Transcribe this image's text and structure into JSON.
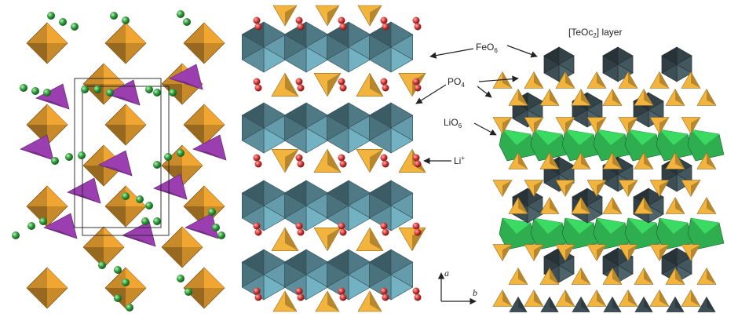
{
  "labels": {
    "feo6": {
      "main": "FeO",
      "sub": "6"
    },
    "po4": {
      "main": "PO",
      "sub": "4"
    },
    "lio6": {
      "main": "LiO",
      "sub": "6"
    },
    "li": {
      "main": "Li",
      "sup": "+"
    },
    "teo_layer": {
      "pre": "[TeOc",
      "sub": "2",
      "post": "] layer"
    }
  },
  "axes": {
    "vertical": "a",
    "horizontal": "b"
  },
  "colors": {
    "fe_octahedra": "#5c8e9c",
    "po4_tetrahedra": "#f2b43c",
    "li_sites": "#d23a3a",
    "te_octahedra_dark": "#3d4f55",
    "lio6_green": "#2fae4f",
    "left_brown": "#c98a2a",
    "left_purple": "#9b3fb0",
    "left_green_atoms": "#2f9a3a"
  }
}
